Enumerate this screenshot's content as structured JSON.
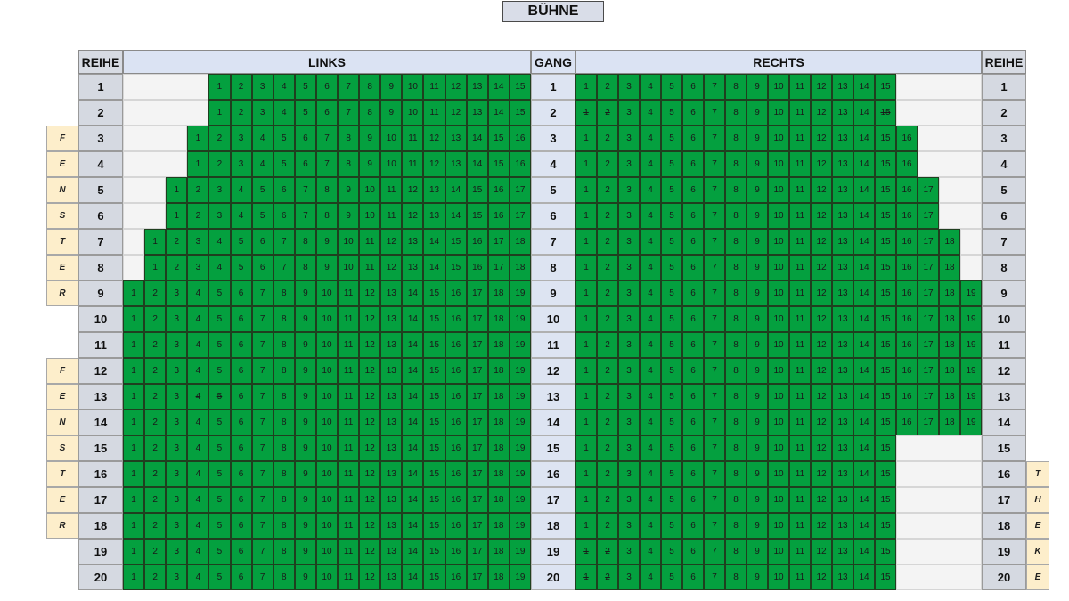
{
  "stage_label": "BÜHNE",
  "headers": {
    "reihe": "REIHE",
    "links": "LINKS",
    "gang": "GANG",
    "rechts": "RECHTS"
  },
  "colors": {
    "seat": "#04a03f",
    "empty": "#f4f4f4",
    "window": "#fdeecb",
    "header": "#dbe3f3"
  },
  "rows": [
    {
      "label": "1",
      "left_seats": 15,
      "right_seats": 15,
      "left_struck": [],
      "right_struck": []
    },
    {
      "label": "2",
      "left_seats": 15,
      "right_seats": 15,
      "left_struck": [],
      "right_struck": [
        1,
        2,
        15
      ]
    },
    {
      "label": "3",
      "left_seats": 16,
      "right_seats": 16,
      "left_struck": [],
      "right_struck": []
    },
    {
      "label": "4",
      "left_seats": 16,
      "right_seats": 16,
      "left_struck": [],
      "right_struck": []
    },
    {
      "label": "5",
      "left_seats": 17,
      "right_seats": 17,
      "left_struck": [],
      "right_struck": []
    },
    {
      "label": "6",
      "left_seats": 17,
      "right_seats": 17,
      "left_struck": [],
      "right_struck": []
    },
    {
      "label": "7",
      "left_seats": 18,
      "right_seats": 18,
      "left_struck": [],
      "right_struck": []
    },
    {
      "label": "8",
      "left_seats": 18,
      "right_seats": 18,
      "left_struck": [],
      "right_struck": []
    },
    {
      "label": "9",
      "left_seats": 19,
      "right_seats": 19,
      "left_struck": [],
      "right_struck": []
    },
    {
      "label": "10",
      "left_seats": 19,
      "right_seats": 19,
      "left_struck": [],
      "right_struck": []
    },
    {
      "label": "11",
      "left_seats": 19,
      "right_seats": 19,
      "left_struck": [],
      "right_struck": []
    },
    {
      "label": "12",
      "left_seats": 19,
      "right_seats": 19,
      "left_struck": [],
      "right_struck": []
    },
    {
      "label": "13",
      "left_seats": 19,
      "right_seats": 19,
      "left_struck": [
        4,
        5
      ],
      "right_struck": []
    },
    {
      "label": "14",
      "left_seats": 19,
      "right_seats": 19,
      "left_struck": [],
      "right_struck": []
    },
    {
      "label": "15",
      "left_seats": 19,
      "right_seats": 15,
      "left_struck": [],
      "right_struck": []
    },
    {
      "label": "16",
      "left_seats": 19,
      "right_seats": 15,
      "left_struck": [],
      "right_struck": []
    },
    {
      "label": "17",
      "left_seats": 19,
      "right_seats": 15,
      "left_struck": [],
      "right_struck": []
    },
    {
      "label": "18",
      "left_seats": 19,
      "right_seats": 15,
      "left_struck": [],
      "right_struck": []
    },
    {
      "label": "19",
      "left_seats": 19,
      "right_seats": 15,
      "left_struck": [],
      "right_struck": [
        1,
        2
      ]
    },
    {
      "label": "20",
      "left_seats": 19,
      "right_seats": 15,
      "left_struck": [],
      "right_struck": [
        1,
        2
      ]
    }
  ],
  "window_left_top": [
    "F",
    "E",
    "N",
    "S",
    "T",
    "E",
    "R"
  ],
  "window_left_bottom": [
    "F",
    "E",
    "N",
    "S",
    "T",
    "E",
    "R"
  ],
  "window_right": [
    "T",
    "H",
    "E",
    "K",
    "E"
  ]
}
